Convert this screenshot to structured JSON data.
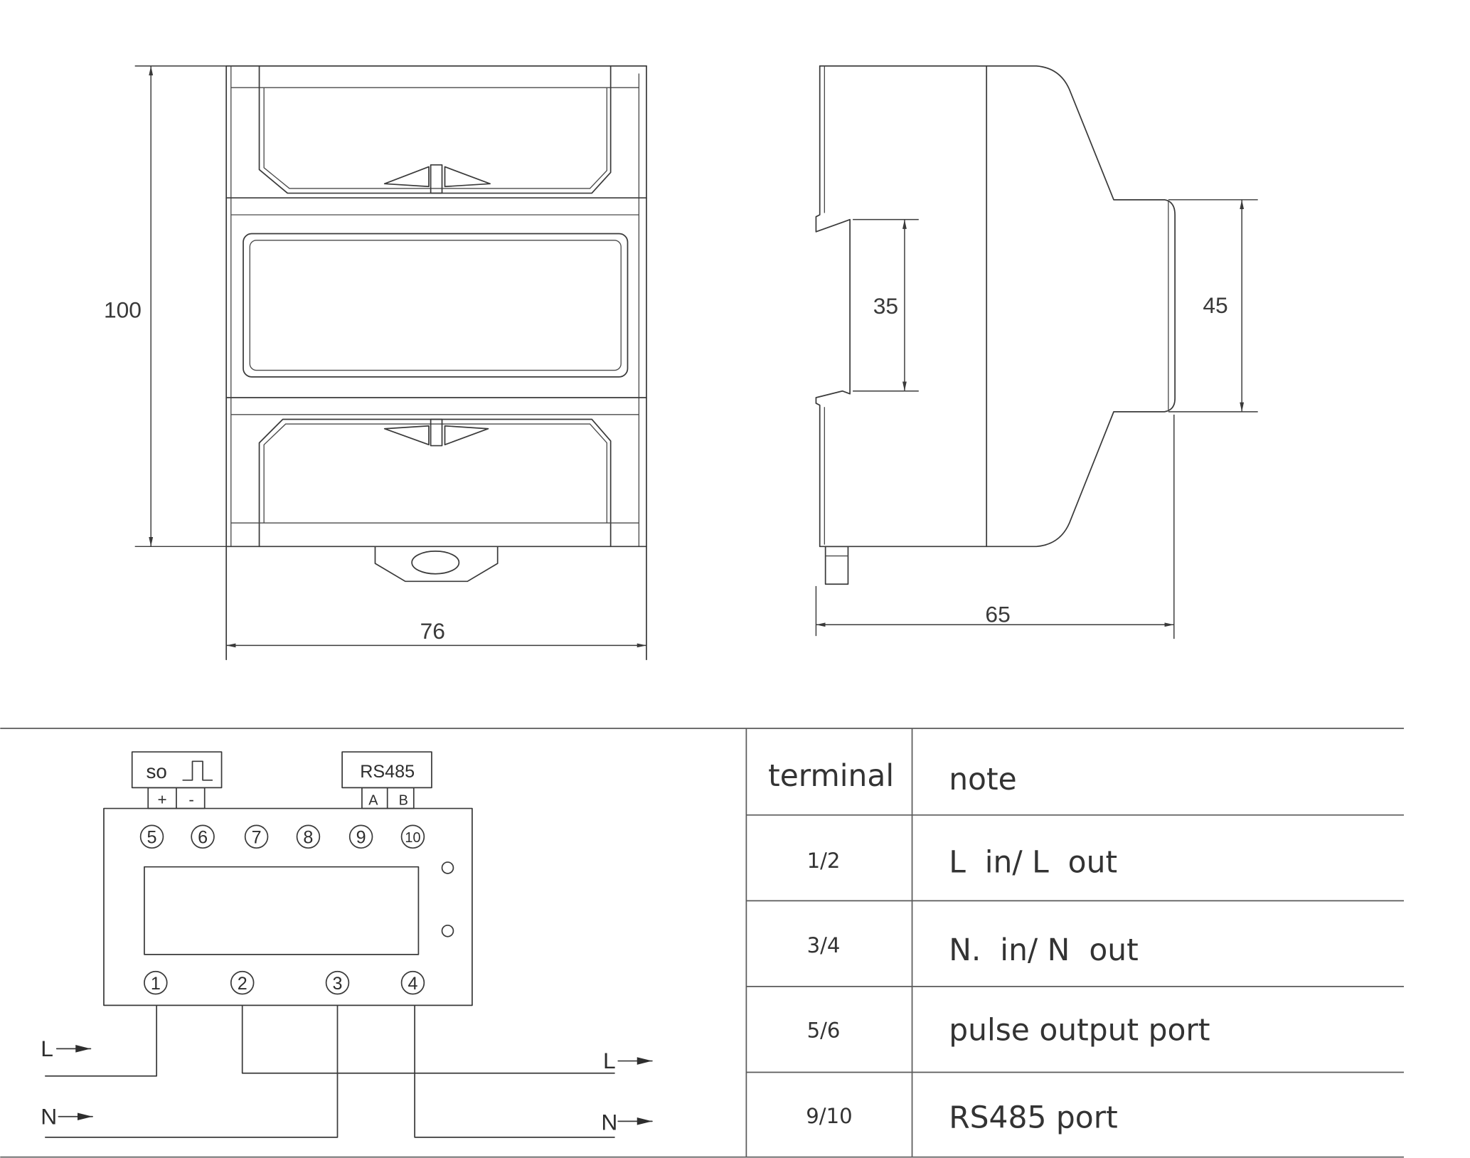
{
  "front_view": {
    "height_label": "100",
    "width_label": "76"
  },
  "side_view": {
    "rail_label": "35",
    "body_label": "45",
    "depth_label": "65"
  },
  "wiring": {
    "so_label": "so",
    "so_plus": "+",
    "so_minus": "-",
    "rs485_label": "RS485",
    "rs485_a": "A",
    "rs485_b": "B",
    "top_terminals": [
      "5",
      "6",
      "7",
      "8",
      "9",
      "10"
    ],
    "bottom_terminals": [
      "1",
      "2",
      "3",
      "4"
    ],
    "line_in": "L",
    "neutral_in": "N",
    "line_out": "L",
    "neutral_out": "N"
  },
  "table": {
    "headers": [
      "terminal",
      "note"
    ],
    "rows": [
      {
        "terminal": "1/2",
        "note": "L  in/ L  out"
      },
      {
        "terminal": "3/4",
        "note": "N.  in/ N  out"
      },
      {
        "terminal": "5/6",
        "note": "pulse output port"
      },
      {
        "terminal": "9/10",
        "note": "RS485 port"
      }
    ]
  }
}
